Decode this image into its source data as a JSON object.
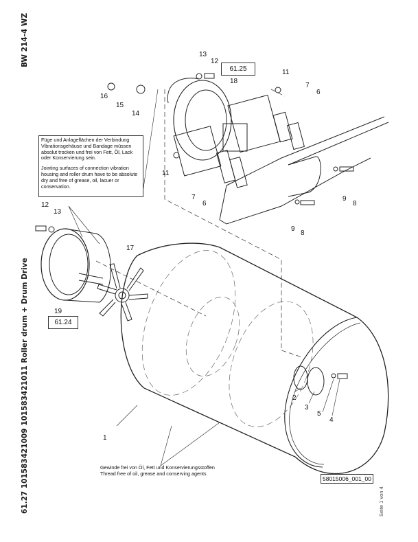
{
  "header": {
    "model": "BW 214-4 WZ",
    "title": "61.27 101583421009 101583421011 Roller drum + Drum Drive"
  },
  "footer": {
    "drawing_id": "58015006_001_00",
    "page": "Seite 1 von 4"
  },
  "ref_boxes": {
    "upper": "61.25",
    "lower": "61.24"
  },
  "notes": {
    "joint_de": "Füge und Anlageflächen der Verbindung Vibrationsgehäuse und Bandage müssen absolut trocken und frei von Fett, Öl, Lack oder Konservierung sein.",
    "joint_en": "Jointing surfaces of connection vibration housing and roller drum have to be absolute dry and free of grease, oil, lacuer or conservation.",
    "thread_de": "Gewinde frei von Öl, Fett und Konservierungsstoffen",
    "thread_en": "Thread free of oil, grease and conserving agents"
  },
  "callouts": [
    {
      "id": "c1",
      "label": "1"
    },
    {
      "id": "c2",
      "label": "2"
    },
    {
      "id": "c3",
      "label": "3"
    },
    {
      "id": "c4",
      "label": "4"
    },
    {
      "id": "c5",
      "label": "5"
    },
    {
      "id": "c6a",
      "label": "6"
    },
    {
      "id": "c6b",
      "label": "6"
    },
    {
      "id": "c7a",
      "label": "7"
    },
    {
      "id": "c7b",
      "label": "7"
    },
    {
      "id": "c8a",
      "label": "8"
    },
    {
      "id": "c8b",
      "label": "8"
    },
    {
      "id": "c9a",
      "label": "9"
    },
    {
      "id": "c9b",
      "label": "9"
    },
    {
      "id": "c11a",
      "label": "11"
    },
    {
      "id": "c11b",
      "label": "11"
    },
    {
      "id": "c12a",
      "label": "12"
    },
    {
      "id": "c12b",
      "label": "12"
    },
    {
      "id": "c13a",
      "label": "13"
    },
    {
      "id": "c13b",
      "label": "13"
    },
    {
      "id": "c14",
      "label": "14"
    },
    {
      "id": "c15",
      "label": "15"
    },
    {
      "id": "c16",
      "label": "16"
    },
    {
      "id": "c17",
      "label": "17"
    },
    {
      "id": "c18",
      "label": "18"
    },
    {
      "id": "c19",
      "label": "19"
    }
  ]
}
